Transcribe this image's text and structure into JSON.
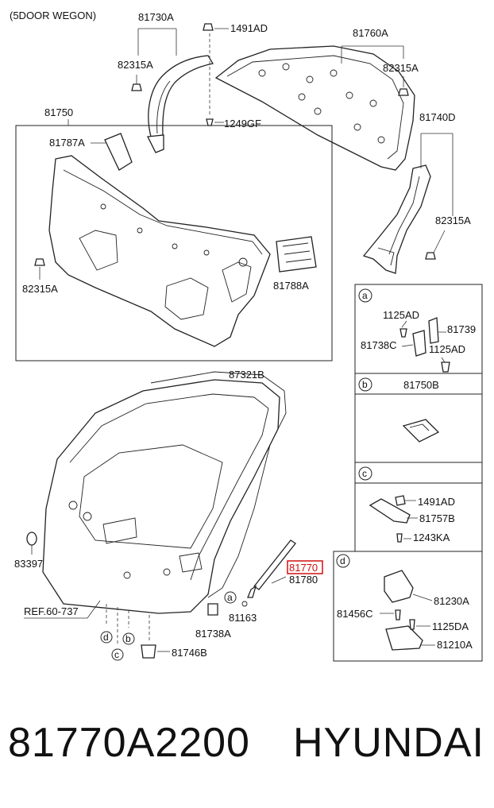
{
  "header": {
    "variant": "(5DOOR WEGON)"
  },
  "callouts": {
    "p81730A": "81730A",
    "p82315A_top": "82315A",
    "p1491AD_top": "1491AD",
    "p81760A": "81760A",
    "p82315A_right_top": "82315A",
    "p1249GF": "1249GF",
    "p81740D": "81740D",
    "p81750": "81750",
    "p81787A": "81787A",
    "p82315A_right": "82315A",
    "p82315A_left": "82315A",
    "p81788A": "81788A",
    "p87321B": "87321B",
    "p83397": "83397",
    "p81770": "81770",
    "p81780": "81780",
    "p81163": "81163",
    "p81738A": "81738A",
    "p81746B": "81746B",
    "ref": "REF.60-737"
  },
  "view_markers": [
    "a",
    "b",
    "c",
    "d"
  ],
  "detail_a": {
    "tag": "a",
    "labels": [
      "1125AD",
      "81739",
      "81738C",
      "1125AD"
    ]
  },
  "detail_b": {
    "tag": "b",
    "labels": [
      "81750B"
    ]
  },
  "detail_c": {
    "tag": "c",
    "labels": [
      "1491AD",
      "81757B",
      "1243KA"
    ]
  },
  "detail_d": {
    "tag": "d",
    "labels": [
      "81230A",
      "81456C",
      "1125DA",
      "81210A"
    ]
  },
  "highlight": {
    "part": "81770",
    "color": "#d01010"
  },
  "footer": {
    "part_number": "81770A2200",
    "brand": "HYUNDAI"
  }
}
